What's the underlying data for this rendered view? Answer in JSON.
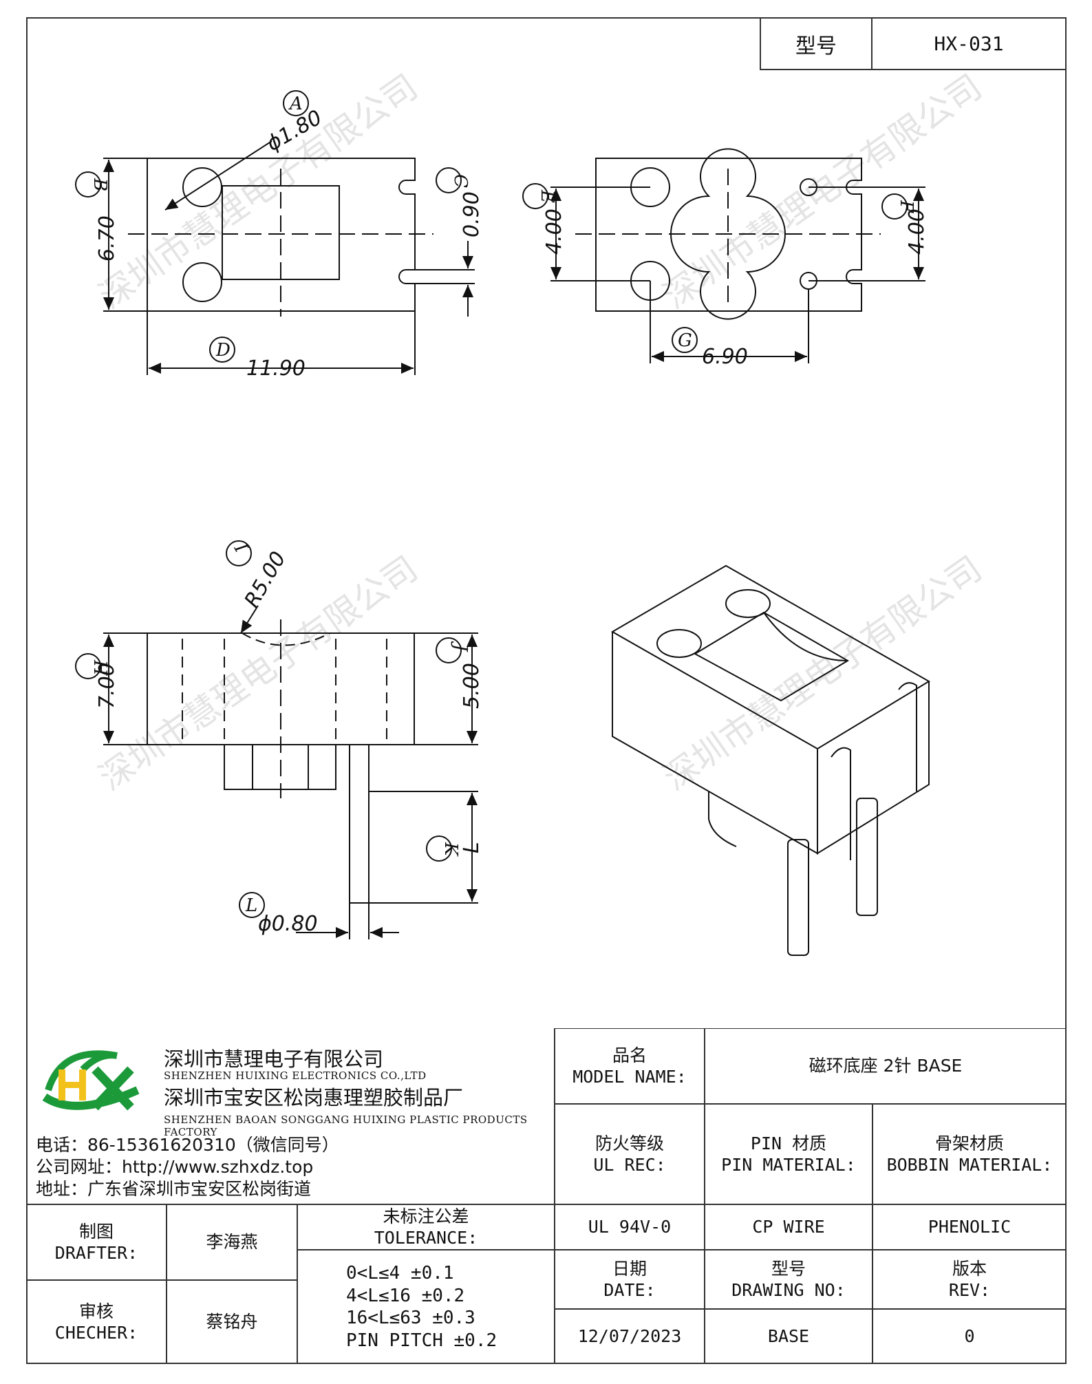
{
  "header": {
    "model_label": "型号",
    "model_value": "HX-031"
  },
  "watermark": "深圳市慧理电子有限公司",
  "drawing": {
    "top_view": {
      "dia_a": "ϕ1.80",
      "width_b": "6.70",
      "slot_c": "0.90",
      "length_d": "11.90"
    },
    "bottom_view": {
      "pitch_e": "4.00",
      "pitch_f": "4.00",
      "pitch_g": "6.90"
    },
    "side_view": {
      "radius_i": "R5.00",
      "height_h": "7.00",
      "height_j": "5.00",
      "pin_len_k": "L",
      "pin_dia_l": "ϕ0.80"
    },
    "callouts": [
      "A",
      "B",
      "C",
      "D",
      "E",
      "F",
      "G",
      "H",
      "I",
      "J",
      "K",
      "L"
    ]
  },
  "title_block": {
    "company_cn": "深圳市慧理电子有限公司",
    "company_en": "SHENZHEN HUIXING ELECTRONICS CO.,LTD",
    "factory_cn": "深圳市宝安区松岗惠理塑胶制品厂",
    "factory_en": "SHENZHEN BAOAN SONGGANG HUIXING PLASTIC PRODUCTS FACTORY",
    "phone": "电话：86-15361620310（微信同号）",
    "website": "公司网址：http://www.szhxdz.top",
    "address": "地址：广东省深圳市宝安区松岗街道",
    "logo_text": "HX",
    "model_name_cn": "品名",
    "model_name_en": "MODEL NAME:",
    "model_name_value": "磁环底座 2针 BASE",
    "ul_cn": "防火等级",
    "ul_en": "UL REC:",
    "pin_cn": "PIN 材质",
    "pin_en": "PIN MATERIAL:",
    "bobbin_cn": "骨架材质",
    "bobbin_en": "BOBBIN MATERIAL:",
    "ul_value": "UL 94V-0",
    "pin_value": "CP WIRE",
    "bobbin_value": "PHENOLIC",
    "drafter_cn": "制图",
    "drafter_en": "DRAFTER:",
    "drafter_name": "李海燕",
    "checker_cn": "审核",
    "checker_en": "CHECHER:",
    "checker_name": "蔡铭舟",
    "tolerance_cn": "未标注公差",
    "tolerance_en": "TOLERANCE:",
    "tolerances": [
      "0<L≤4   ±0.1",
      "4<L≤16  ±0.2",
      "16<L≤63 ±0.3",
      "PIN PITCH ±0.2"
    ],
    "date_cn": "日期",
    "date_en": "DATE:",
    "date_value": "12/07/2023",
    "drawing_no_cn": "型号",
    "drawing_no_en": "DRAWING NO:",
    "drawing_no_value": "BASE",
    "rev_cn": "版本",
    "rev_en": "REV:",
    "rev_value": "0"
  },
  "colors": {
    "logo_green": "#1c9a3a",
    "logo_yellow": "#f2c21b",
    "line": "#333333"
  }
}
